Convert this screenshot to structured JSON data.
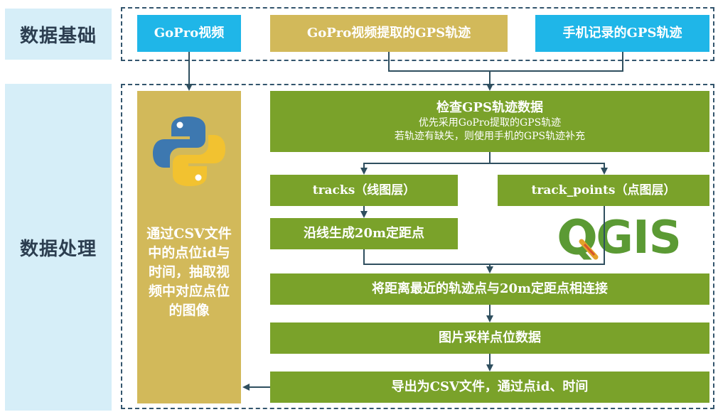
{
  "sections": {
    "basis_label": "数据基础",
    "processing_label": "数据处理"
  },
  "data_sources": {
    "gopro_video": "GoPro视频",
    "gopro_gps": "GoPro视频提取的GPS轨迹",
    "phone_gps": "手机记录的GPS轨迹"
  },
  "processing": {
    "check_title": "检查GPS轨迹数据",
    "check_line1": "优先采用GoPro提取的GPS轨迹",
    "check_line2": "若轨迹有缺失，则使用手机的GPS轨迹补充",
    "tracks": "tracks（线图层）",
    "track_points": "track_points（点图层）",
    "generate_points": "沿线生成20m定距点",
    "connect": "将距离最近的轨迹点与20m定距点相连接",
    "sample": "图片采样点位数据",
    "export": "导出为CSV文件，通过点id、时间",
    "extract": "通过CSV文件中的点位id与时间，抽取视频中对应点位的图像"
  },
  "logos": {
    "qgis": "QGIS",
    "python_icon": "python-logo-icon"
  },
  "colors": {
    "cyan": "#1fb6e8",
    "gold": "#d2b95a",
    "green": "#7aa22a",
    "section_bg": "#d6eef8",
    "connector": "#2f4f5f"
  }
}
